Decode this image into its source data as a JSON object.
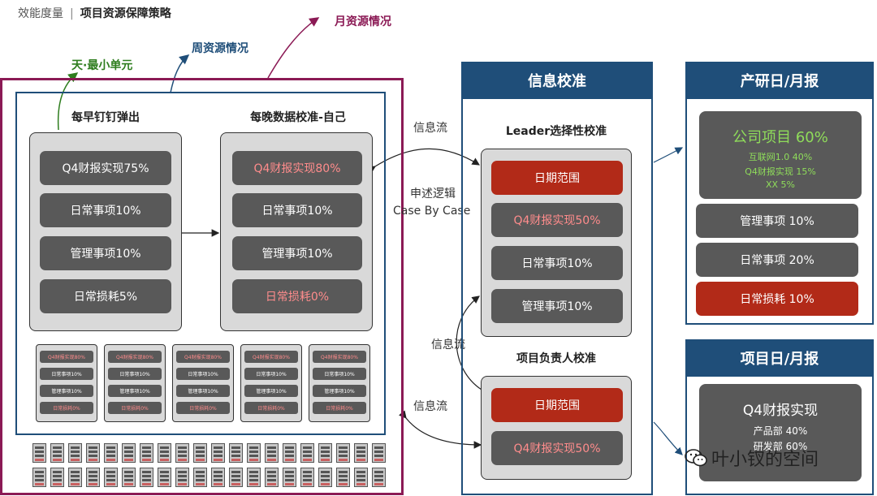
{
  "header": {
    "category": "效能度量",
    "title": "项目资源保障策略"
  },
  "levels": {
    "day": "天·最小单元",
    "week": "周资源情况",
    "month": "月资源情况"
  },
  "morning": {
    "title": "每早钉钉弹出",
    "items": [
      "Q4财报实现75%",
      "日常事项10%",
      "管理事项10%",
      "日常损耗5%"
    ]
  },
  "evening": {
    "title": "每晚数据校准-自己",
    "items": [
      "Q4财报实现80%",
      "日常事项10%",
      "管理事项10%",
      "日常损耗0%"
    ]
  },
  "mini_cards": {
    "items": [
      "Q4财报实现80%",
      "日常事项10%",
      "管理事项10%",
      "日常损耗0%"
    ]
  },
  "flows": {
    "info_flow_top": "信息流",
    "argue_logic": "申述逻辑",
    "case_by_case": "Case By Case",
    "info_flow_mid": "信息流",
    "info_flow_bottom": "信息流"
  },
  "calibration": {
    "header": "信息校准",
    "leader_title": "Leader选择性校准",
    "leader_items": [
      "日期范围",
      "Q4财报实现50%",
      "日常事项10%",
      "管理事项10%"
    ],
    "pm_title": "项目负责人校准",
    "pm_items": [
      "日期范围",
      "Q4财报实现50%"
    ]
  },
  "rd_report": {
    "header": "产研日/月报",
    "company": {
      "title": "公司项目 60%",
      "lines": [
        "互联网1.0 40%",
        "Q4财报实现 15%",
        "XX 5%"
      ]
    },
    "items": [
      "管理事项 10%",
      "日常事项 20%",
      "日常损耗 10%"
    ]
  },
  "project_report": {
    "header": "项目日/月报",
    "title": "Q4财报实现",
    "lines": [
      "产品部 40%",
      "研发部 60%"
    ]
  },
  "watermark": {
    "text": "叶小钗的空间"
  },
  "colors": {
    "navy": "#1f4e79",
    "purple": "#8b1a55",
    "green": "#2e7d1e",
    "pill": "#595959",
    "red": "#b22a18",
    "pink": "#ff8c8c",
    "lime": "#8fdc5a"
  }
}
